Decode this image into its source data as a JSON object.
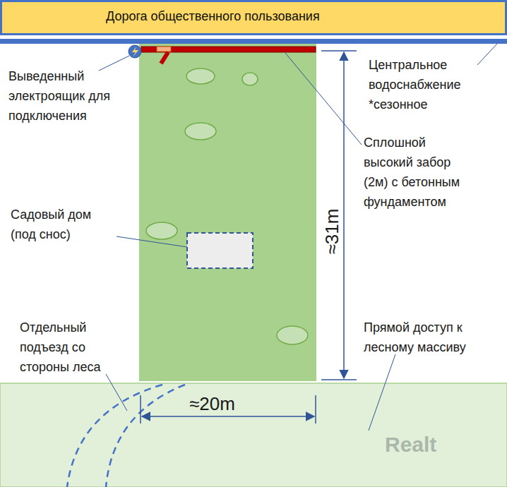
{
  "diagram": {
    "nodes": [
      {
        "text": [
          "Дорога общественного пользования"
        ]
      }
    ],
    "labels": [
      "Выведенный электроящик для подключения",
      "Центральное водоснабжение *сезонное",
      "Сплошной высокий забор (2м) с бетонным фундаментом",
      "Садовый дом (под снос)",
      "≈31m",
      "Отдельный подъезд со стороны леса",
      "≈20m",
      "Прямой доступ к лесному массиву",
      "Realt"
    ]
  }
}
